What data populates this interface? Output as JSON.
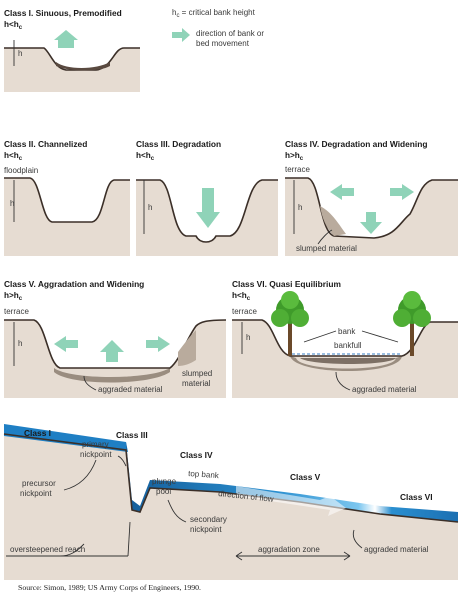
{
  "legend": {
    "hc_symbol": "h",
    "hc_sub": "c",
    "hc_text": " = critical bank height",
    "arrow_text_1": "direction of bank or",
    "arrow_text_2": "bed movement"
  },
  "class1": {
    "title": "Class I.  Sinuous, Premodified",
    "cond": "h<h",
    "cond_sub": "c",
    "h": "h"
  },
  "class2": {
    "title": "Class II.  Channelized",
    "cond": "h<h",
    "cond_sub": "c",
    "h": "h",
    "floodplain": "floodplain"
  },
  "class3": {
    "title": "Class III.  Degradation",
    "cond": "h<h",
    "cond_sub": "c",
    "h": "h"
  },
  "class4": {
    "title": "Class IV.  Degradation and Widening",
    "cond": "h>h",
    "cond_sub": "c",
    "h": "h",
    "terrace": "terrace",
    "slumped": "slumped material"
  },
  "class5": {
    "title": "Class V.  Aggradation and Widening",
    "cond": "h>h",
    "cond_sub": "c",
    "h": "h",
    "terrace": "terrace",
    "slumped_1": "slumped",
    "slumped_2": "material",
    "aggraded": "aggraded material"
  },
  "class6": {
    "title": "Class VI.  Quasi Equilibrium",
    "cond": "h<h",
    "cond_sub": "c",
    "h": "h",
    "terrace": "terrace",
    "bank": "bank",
    "bankfull": "bankfull",
    "aggraded": "aggraded material"
  },
  "profile": {
    "class_i": "Class I",
    "class_iii": "Class III",
    "class_iv": "Class IV",
    "class_v": "Class V",
    "class_vi": "Class VI",
    "primary_1": "primary",
    "primary_2": "nickpoint",
    "precursor_1": "precursor",
    "precursor_2": "nickpoint",
    "plunge_1": "plunge",
    "plunge_2": "pool",
    "top_bank": "top bank",
    "direction": "direction of flow",
    "secondary_1": "secondary",
    "secondary_2": "nickpoint",
    "oversteepened": "oversteepened reach",
    "aggradation_zone": "aggradation zone",
    "aggraded": "aggraded material"
  },
  "source": "Source:  Simon, 1989; US Army Corps of Engineers, 1990.",
  "colors": {
    "soil": "#e6dcd2",
    "bank_line": "#3b2f28",
    "arrow": "#8fd3b8",
    "water": "#1f7fc4",
    "tree": "#3f9b2a",
    "deposit": "#9a8d80"
  }
}
